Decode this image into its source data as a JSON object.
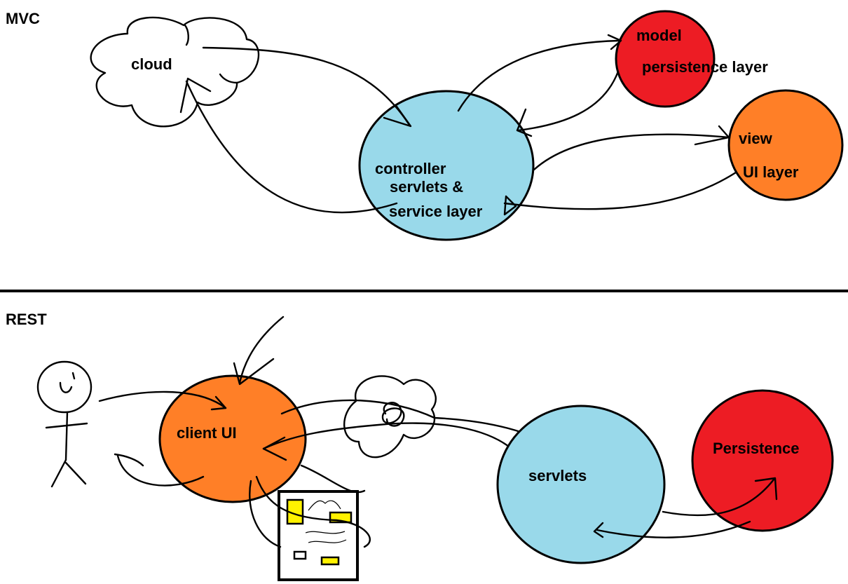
{
  "mvc": {
    "title": "MVC",
    "cloud": "cloud",
    "controller": {
      "line1": "controller",
      "line2": "servlets &",
      "line3": "service layer"
    },
    "model": {
      "line1": "model",
      "line2": "persistence layer"
    },
    "view": {
      "line1": "view",
      "line2": "UI layer"
    }
  },
  "rest": {
    "title": "REST",
    "client": "client UI",
    "servlets": "servlets",
    "persistence": "Persistence"
  },
  "colors": {
    "controller": "#99d9ea",
    "model": "#ed1c24",
    "view": "#ff7f27",
    "client": "#ff7f27",
    "servlets": "#99d9ea",
    "persistence": "#ed1c24",
    "widget": "#fff200"
  }
}
